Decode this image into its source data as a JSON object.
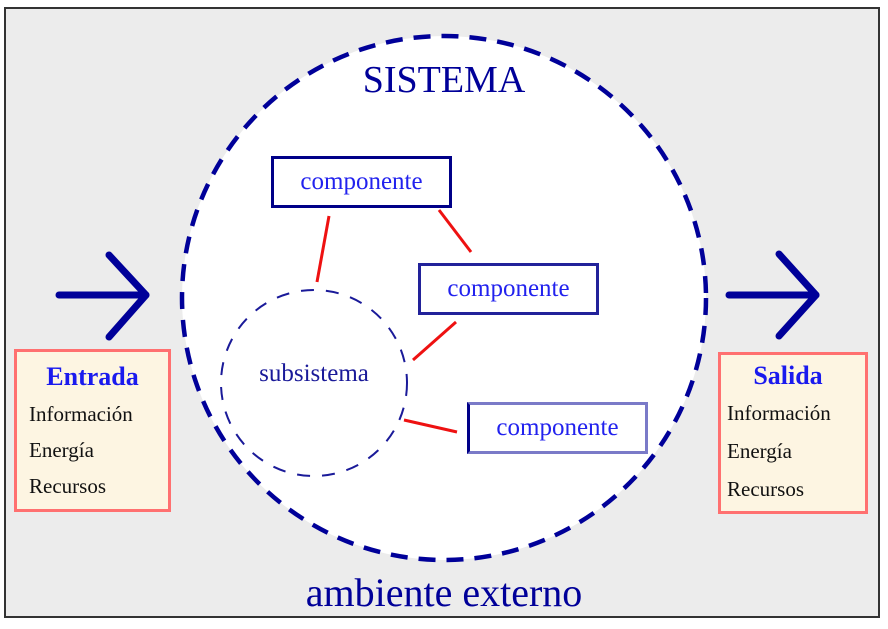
{
  "diagram": {
    "system_title": "SISTEMA",
    "environment_label": "ambiente externo",
    "subsystem_label": "subsistema",
    "components": [
      {
        "label": "componente"
      },
      {
        "label": "componente"
      },
      {
        "label": "componente"
      }
    ],
    "input": {
      "title": "Entrada",
      "items": [
        "Información",
        "Energía",
        "Recursos"
      ]
    },
    "output": {
      "title": "Salida",
      "items": [
        "Información",
        "Energía",
        "Recursos"
      ]
    },
    "colors": {
      "background": "#ececec",
      "system_fill": "#ffffff",
      "dash_blue": "#000099",
      "text_blue": "#1a1aee",
      "connector_red": "#ee1111",
      "io_border": "#ff7070",
      "io_fill": "#fdf5e2"
    }
  }
}
